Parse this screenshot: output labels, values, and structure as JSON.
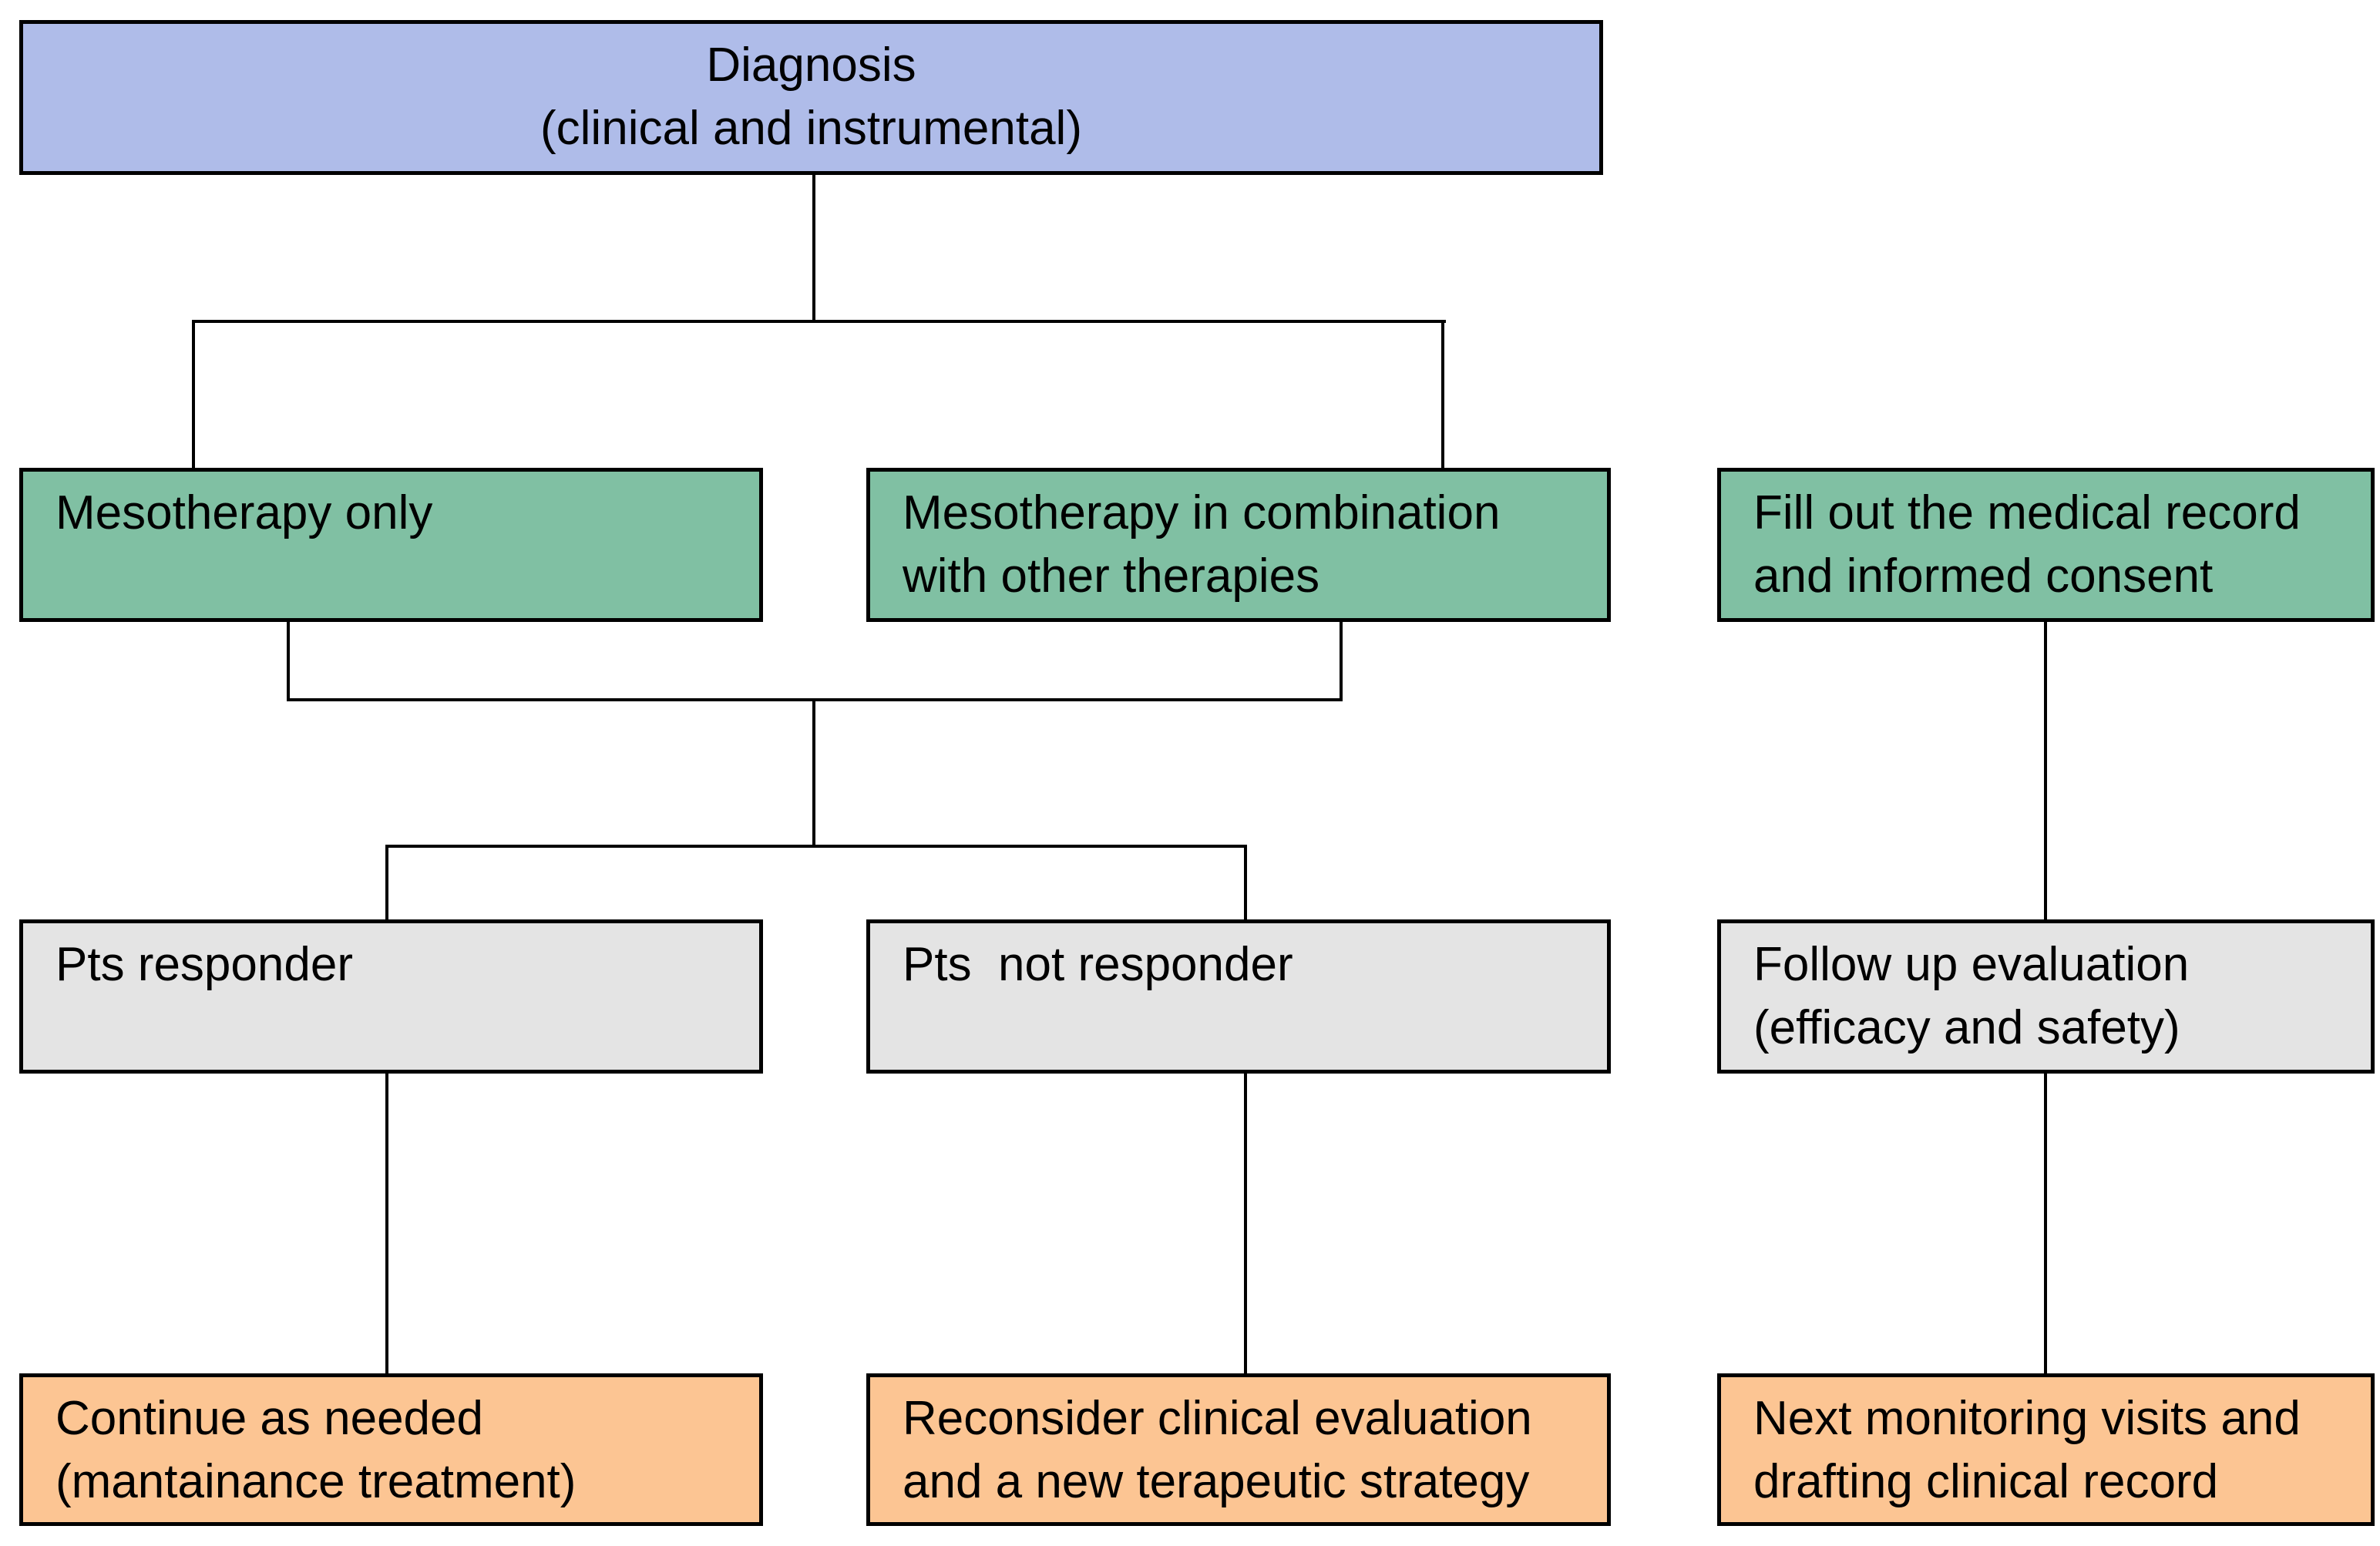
{
  "colors": {
    "fill_header": "#AFBCE9",
    "fill_therapy": "#80C0A3",
    "fill_status": "#E4E4E4",
    "fill_action": "#FCC593",
    "line": "#000000"
  },
  "flowchart": {
    "nodes": [
      {
        "id": "diagnosis",
        "type": "header",
        "label": "Diagnosis\n(clinical and instrumental)"
      },
      {
        "id": "mesotherapy-only",
        "type": "therapy",
        "label": "Mesotherapy only"
      },
      {
        "id": "mesotherapy-combination",
        "type": "therapy",
        "label": "Mesotherapy in combination\nwith other therapies"
      },
      {
        "id": "fill-medical-record",
        "type": "therapy",
        "label": "Fill out the medical record\nand informed consent"
      },
      {
        "id": "pts-responder",
        "type": "status",
        "label": "Pts responder"
      },
      {
        "id": "pts-not-responder",
        "type": "status",
        "label": "Pts  not responder"
      },
      {
        "id": "follow-up-evaluation",
        "type": "status",
        "label": "Follow up evaluation\n(efficacy and safety)"
      },
      {
        "id": "continue-as-needed",
        "type": "action",
        "label": "Continue as needed\n(mantainance treatment)"
      },
      {
        "id": "reconsider-evaluation",
        "type": "action",
        "label": "Reconsider clinical evaluation\nand a new terapeutic strategy"
      },
      {
        "id": "next-monitoring-visits",
        "type": "action",
        "label": "Next monitoring visits and\ndrafting clinical record"
      }
    ],
    "edges": [
      {
        "from": "diagnosis",
        "to": "mesotherapy-only"
      },
      {
        "from": "diagnosis",
        "to": "mesotherapy-combination"
      },
      {
        "from": "mesotherapy-only",
        "to": "pts-responder"
      },
      {
        "from": "mesotherapy-only",
        "to": "pts-not-responder"
      },
      {
        "from": "mesotherapy-combination",
        "to": "pts-responder"
      },
      {
        "from": "mesotherapy-combination",
        "to": "pts-not-responder"
      },
      {
        "from": "pts-responder",
        "to": "continue-as-needed"
      },
      {
        "from": "pts-not-responder",
        "to": "reconsider-evaluation"
      },
      {
        "from": "fill-medical-record",
        "to": "follow-up-evaluation"
      },
      {
        "from": "follow-up-evaluation",
        "to": "next-monitoring-visits"
      }
    ]
  }
}
